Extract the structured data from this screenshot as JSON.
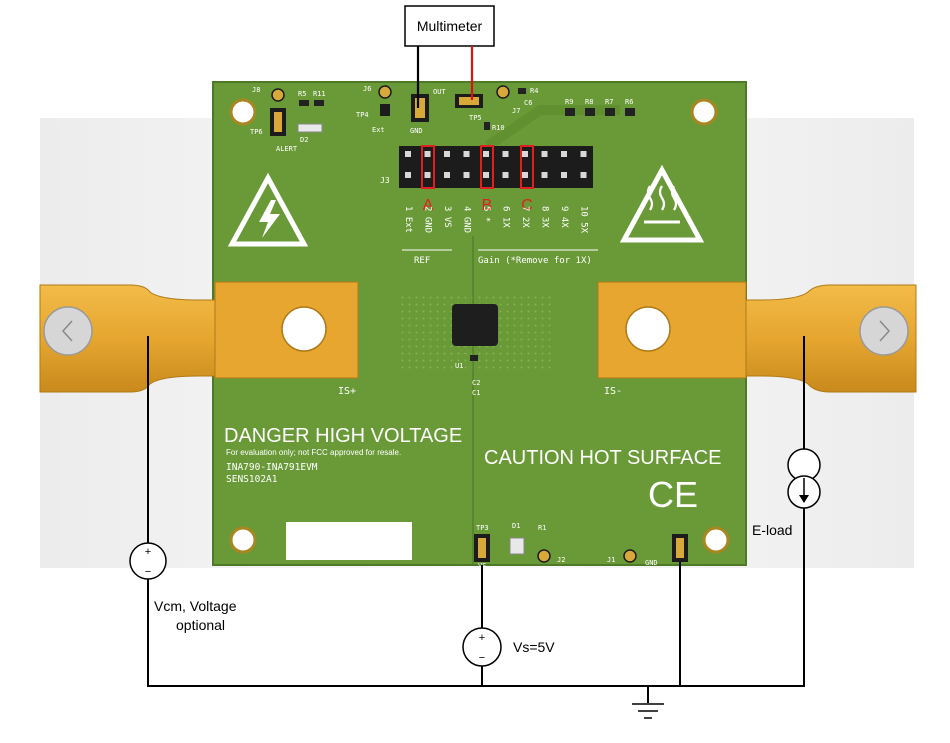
{
  "instrument": {
    "label": "Multimeter"
  },
  "board": {
    "warning_voltage": "DANGER HIGH VOLTAGE",
    "fcc_note": "For evaluation only; not FCC approved for resale.",
    "model": "INA790-INA791EVM",
    "part": "SENS102A1",
    "warning_hot": "CAUTION HOT SURFACE",
    "ce_mark": "CE",
    "terminal_pos": "IS+",
    "terminal_neg": "IS-",
    "gain_note": "Gain (*Remove for 1X)",
    "ref_label": "REF",
    "header_label": "J3",
    "pins": [
      "1 Ext",
      "2 GND",
      "3 VS",
      "4 GND",
      "5 *",
      "6 1X",
      "7 2X",
      "8 3X",
      "9 4X",
      "10 5X"
    ],
    "jumpers": [
      "A",
      "B",
      "C"
    ],
    "components": {
      "j8": "J8",
      "r5": "R5",
      "r11": "R11",
      "tp6": "TP6",
      "d2": "D2",
      "alert": "ALERT",
      "j6": "J6",
      "tp4": "TP4",
      "ext": "Ext",
      "gnd": "GND",
      "out": "OUT",
      "tp5": "TP5",
      "r10": "R10",
      "j7": "J7",
      "r4": "R4",
      "c6": "C6",
      "r9": "R9",
      "r8": "R8",
      "r7": "R7",
      "r6": "R6",
      "u1": "U1",
      "c2": "C2",
      "c1": "C1",
      "tp3": "TP3",
      "d1": "D1",
      "r1": "R1",
      "vs": "VS",
      "j2": "J2",
      "j1": "J1",
      "gnd2": "GND"
    }
  },
  "sources": {
    "vcm": "Vcm, Voltage\noptional",
    "vcm_line1": "Vcm, Voltage",
    "vcm_line2": "optional",
    "vs": "Vs=5V",
    "eload": "E-load",
    "plus": "+",
    "minus": "−"
  },
  "colors": {
    "pcb": "#6a9a38",
    "pcb_edge": "#4e7a28",
    "busbar": "#e6a630",
    "probe_red": "#dd1111",
    "jumper_box": "#e02020"
  }
}
